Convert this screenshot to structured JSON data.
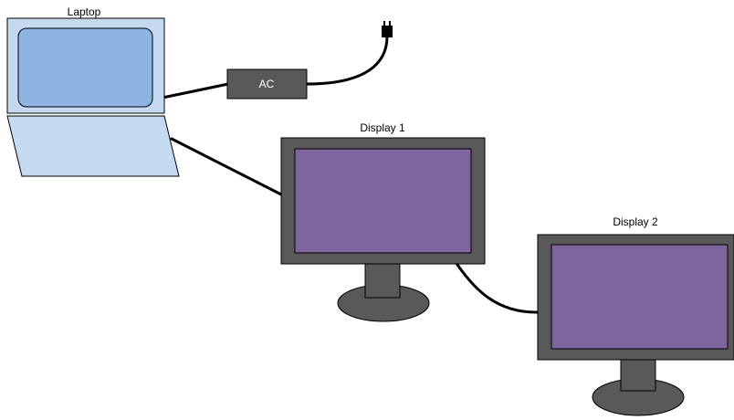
{
  "diagram": {
    "laptop_label": "Laptop",
    "adapter_label": "AC",
    "display1_label": "Display 1",
    "display2_label": "Display 2"
  },
  "colors": {
    "laptop_body": "#c5d9f0",
    "laptop_screen": "#8eb4e3",
    "monitor_frame": "#595959",
    "monitor_screen": "#7f659e",
    "adapter": "#595959",
    "cable": "#000000"
  }
}
